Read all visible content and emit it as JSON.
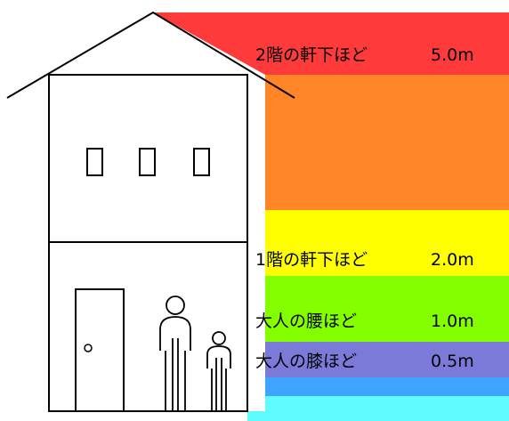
{
  "diagram": {
    "bands": [
      {
        "name": "band-red",
        "color": "#ff3a3a"
      },
      {
        "name": "band-orange",
        "color": "#ff8527"
      },
      {
        "name": "band-yellow",
        "color": "#ffff00"
      },
      {
        "name": "band-green",
        "color": "#84ff00"
      },
      {
        "name": "band-purple",
        "color": "#7b7ad9"
      },
      {
        "name": "band-blue",
        "color": "#3ea4ff"
      },
      {
        "name": "band-cyan",
        "color": "#5efcfc"
      }
    ],
    "labels": [
      {
        "name": "label-2f-eaves",
        "text": "2階の軒下ほど",
        "value": "5.0m"
      },
      {
        "name": "label-1f-eaves",
        "text": "1階の軒下ほど",
        "value": "2.0m"
      },
      {
        "name": "label-adult-waist",
        "text": "大人の腰ほど",
        "value": "1.0m"
      },
      {
        "name": "label-adult-knee",
        "text": "大人の膝ほど",
        "value": "0.5m"
      }
    ]
  }
}
